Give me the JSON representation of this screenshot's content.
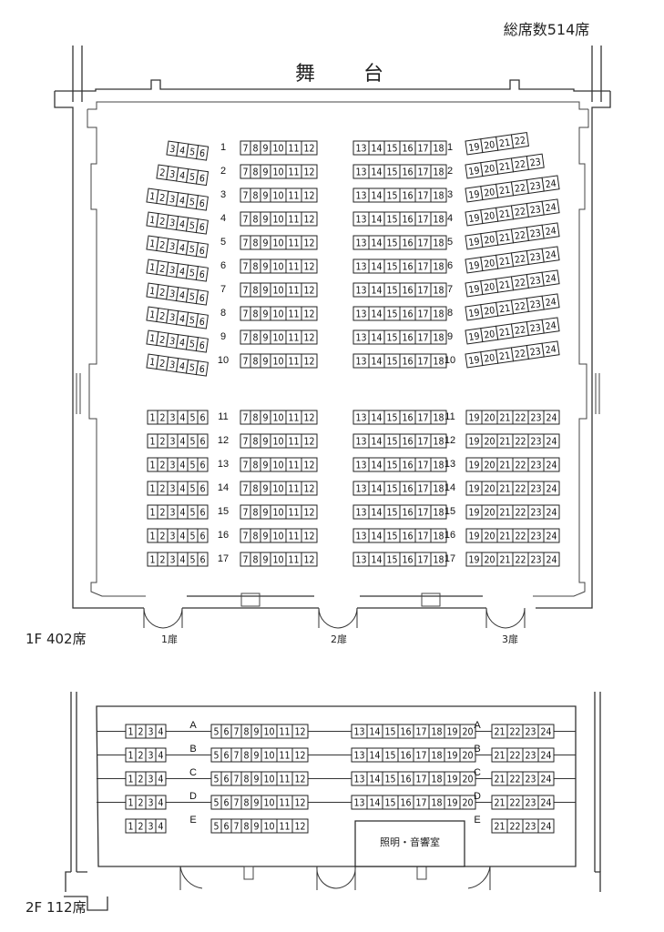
{
  "total_label": "総席数514席",
  "stage_label_a": "舞",
  "stage_label_b": "台",
  "floor1": {
    "label": "1F 402席",
    "doors": [
      "1扉",
      "2扉",
      "3扉"
    ],
    "rows": [
      {
        "row": "1",
        "left": [
          "3",
          "4",
          "5",
          "6"
        ],
        "cl": [
          "7",
          "8",
          "9",
          "10",
          "11",
          "12"
        ],
        "cr": [
          "13",
          "14",
          "15",
          "16",
          "17",
          "18"
        ],
        "right": [
          "19",
          "20",
          "21",
          "22"
        ]
      },
      {
        "row": "2",
        "left": [
          "2",
          "3",
          "4",
          "5",
          "6"
        ],
        "cl": [
          "7",
          "8",
          "9",
          "10",
          "11",
          "12"
        ],
        "cr": [
          "13",
          "14",
          "15",
          "16",
          "17",
          "18"
        ],
        "right": [
          "19",
          "20",
          "21",
          "22",
          "23"
        ]
      },
      {
        "row": "3",
        "left": [
          "1",
          "2",
          "3",
          "4",
          "5",
          "6"
        ],
        "cl": [
          "7",
          "8",
          "9",
          "10",
          "11",
          "12"
        ],
        "cr": [
          "13",
          "14",
          "15",
          "16",
          "17",
          "18"
        ],
        "right": [
          "19",
          "20",
          "21",
          "22",
          "23",
          "24"
        ]
      },
      {
        "row": "4",
        "left": [
          "1",
          "2",
          "3",
          "4",
          "5",
          "6"
        ],
        "cl": [
          "7",
          "8",
          "9",
          "10",
          "11",
          "12"
        ],
        "cr": [
          "13",
          "14",
          "15",
          "16",
          "17",
          "18"
        ],
        "right": [
          "19",
          "20",
          "21",
          "22",
          "23",
          "24"
        ]
      },
      {
        "row": "5",
        "left": [
          "1",
          "2",
          "3",
          "4",
          "5",
          "6"
        ],
        "cl": [
          "7",
          "8",
          "9",
          "10",
          "11",
          "12"
        ],
        "cr": [
          "13",
          "14",
          "15",
          "16",
          "17",
          "18"
        ],
        "right": [
          "19",
          "20",
          "21",
          "22",
          "23",
          "24"
        ]
      },
      {
        "row": "6",
        "left": [
          "1",
          "2",
          "3",
          "4",
          "5",
          "6"
        ],
        "cl": [
          "7",
          "8",
          "9",
          "10",
          "11",
          "12"
        ],
        "cr": [
          "13",
          "14",
          "15",
          "16",
          "17",
          "18"
        ],
        "right": [
          "19",
          "20",
          "21",
          "22",
          "23",
          "24"
        ]
      },
      {
        "row": "7",
        "left": [
          "1",
          "2",
          "3",
          "4",
          "5",
          "6"
        ],
        "cl": [
          "7",
          "8",
          "9",
          "10",
          "11",
          "12"
        ],
        "cr": [
          "13",
          "14",
          "15",
          "16",
          "17",
          "18"
        ],
        "right": [
          "19",
          "20",
          "21",
          "22",
          "23",
          "24"
        ]
      },
      {
        "row": "8",
        "left": [
          "1",
          "2",
          "3",
          "4",
          "5",
          "6"
        ],
        "cl": [
          "7",
          "8",
          "9",
          "10",
          "11",
          "12"
        ],
        "cr": [
          "13",
          "14",
          "15",
          "16",
          "17",
          "18"
        ],
        "right": [
          "19",
          "20",
          "21",
          "22",
          "23",
          "24"
        ]
      },
      {
        "row": "9",
        "left": [
          "1",
          "2",
          "3",
          "4",
          "5",
          "6"
        ],
        "cl": [
          "7",
          "8",
          "9",
          "10",
          "11",
          "12"
        ],
        "cr": [
          "13",
          "14",
          "15",
          "16",
          "17",
          "18"
        ],
        "right": [
          "19",
          "20",
          "21",
          "22",
          "23",
          "24"
        ]
      },
      {
        "row": "10",
        "left": [
          "1",
          "2",
          "3",
          "4",
          "5",
          "6"
        ],
        "cl": [
          "7",
          "8",
          "9",
          "10",
          "11",
          "12"
        ],
        "cr": [
          "13",
          "14",
          "15",
          "16",
          "17",
          "18"
        ],
        "right": [
          "19",
          "20",
          "21",
          "22",
          "23",
          "24"
        ]
      },
      {
        "row": "11",
        "left": [
          "1",
          "2",
          "3",
          "4",
          "5",
          "6"
        ],
        "cl": [
          "7",
          "8",
          "9",
          "10",
          "11",
          "12"
        ],
        "cr": [
          "13",
          "14",
          "15",
          "16",
          "17",
          "18"
        ],
        "right": [
          "19",
          "20",
          "21",
          "22",
          "23",
          "24"
        ]
      },
      {
        "row": "12",
        "left": [
          "1",
          "2",
          "3",
          "4",
          "5",
          "6"
        ],
        "cl": [
          "7",
          "8",
          "9",
          "10",
          "11",
          "12"
        ],
        "cr": [
          "13",
          "14",
          "15",
          "16",
          "17",
          "18"
        ],
        "right": [
          "19",
          "20",
          "21",
          "22",
          "23",
          "24"
        ]
      },
      {
        "row": "13",
        "left": [
          "1",
          "2",
          "3",
          "4",
          "5",
          "6"
        ],
        "cl": [
          "7",
          "8",
          "9",
          "10",
          "11",
          "12"
        ],
        "cr": [
          "13",
          "14",
          "15",
          "16",
          "17",
          "18"
        ],
        "right": [
          "19",
          "20",
          "21",
          "22",
          "23",
          "24"
        ]
      },
      {
        "row": "14",
        "left": [
          "1",
          "2",
          "3",
          "4",
          "5",
          "6"
        ],
        "cl": [
          "7",
          "8",
          "9",
          "10",
          "11",
          "12"
        ],
        "cr": [
          "13",
          "14",
          "15",
          "16",
          "17",
          "18"
        ],
        "right": [
          "19",
          "20",
          "21",
          "22",
          "23",
          "24"
        ]
      },
      {
        "row": "15",
        "left": [
          "1",
          "2",
          "3",
          "4",
          "5",
          "6"
        ],
        "cl": [
          "7",
          "8",
          "9",
          "10",
          "11",
          "12"
        ],
        "cr": [
          "13",
          "14",
          "15",
          "16",
          "17",
          "18"
        ],
        "right": [
          "19",
          "20",
          "21",
          "22",
          "23",
          "24"
        ]
      },
      {
        "row": "16",
        "left": [
          "1",
          "2",
          "3",
          "4",
          "5",
          "6"
        ],
        "cl": [
          "7",
          "8",
          "9",
          "10",
          "11",
          "12"
        ],
        "cr": [
          "13",
          "14",
          "15",
          "16",
          "17",
          "18"
        ],
        "right": [
          "19",
          "20",
          "21",
          "22",
          "23",
          "24"
        ]
      },
      {
        "row": "17",
        "left": [
          "1",
          "2",
          "3",
          "4",
          "5",
          "6"
        ],
        "cl": [
          "7",
          "8",
          "9",
          "10",
          "11",
          "12"
        ],
        "cr": [
          "13",
          "14",
          "15",
          "16",
          "17",
          "18"
        ],
        "right": [
          "19",
          "20",
          "21",
          "22",
          "23",
          "24"
        ]
      }
    ]
  },
  "floor2": {
    "label": "2F 112席",
    "booth_label": "照明・音響室",
    "rows": [
      {
        "row": "A",
        "left": [
          "1",
          "2",
          "3",
          "4"
        ],
        "cl": [
          "5",
          "6",
          "7",
          "8",
          "9",
          "10",
          "11",
          "12"
        ],
        "cr": [
          "13",
          "14",
          "15",
          "16",
          "17",
          "18",
          "19",
          "20"
        ],
        "right": [
          "21",
          "22",
          "23",
          "24"
        ]
      },
      {
        "row": "B",
        "left": [
          "1",
          "2",
          "3",
          "4"
        ],
        "cl": [
          "5",
          "6",
          "7",
          "8",
          "9",
          "10",
          "11",
          "12"
        ],
        "cr": [
          "13",
          "14",
          "15",
          "16",
          "17",
          "18",
          "19",
          "20"
        ],
        "right": [
          "21",
          "22",
          "23",
          "24"
        ]
      },
      {
        "row": "C",
        "left": [
          "1",
          "2",
          "3",
          "4"
        ],
        "cl": [
          "5",
          "6",
          "7",
          "8",
          "9",
          "10",
          "11",
          "12"
        ],
        "cr": [
          "13",
          "14",
          "15",
          "16",
          "17",
          "18",
          "19",
          "20"
        ],
        "right": [
          "21",
          "22",
          "23",
          "24"
        ]
      },
      {
        "row": "D",
        "left": [
          "1",
          "2",
          "3",
          "4"
        ],
        "cl": [
          "5",
          "6",
          "7",
          "8",
          "9",
          "10",
          "11",
          "12"
        ],
        "cr": [
          "13",
          "14",
          "15",
          "16",
          "17",
          "18",
          "19",
          "20"
        ],
        "right": [
          "21",
          "22",
          "23",
          "24"
        ]
      },
      {
        "row": "E",
        "left": [
          "1",
          "2",
          "3",
          "4"
        ],
        "cl": [
          "5",
          "6",
          "7",
          "8",
          "9",
          "10",
          "11",
          "12"
        ],
        "cr": [],
        "right": [
          "21",
          "22",
          "23",
          "24"
        ]
      }
    ]
  }
}
